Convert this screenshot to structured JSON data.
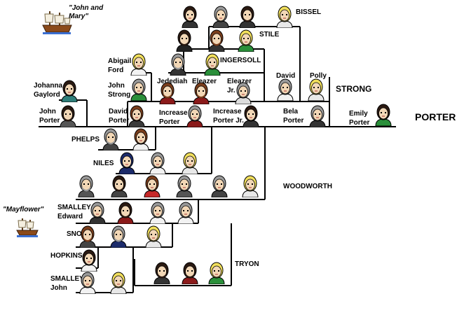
{
  "ships": {
    "john_and_mary": "\"John and\nMary\"",
    "mayflower": "\"Mayflower\""
  },
  "families": {
    "bissel": "BISSEL",
    "stile": "STILE",
    "ingersoll": "INGERSOLL",
    "strong": "STRONG",
    "porter": "PORTER",
    "phelps": "PHELPS",
    "niles": "NILES",
    "woodworth": "WOODWORTH",
    "smalley_edward": "SMALLEY\nEdward",
    "snow": "SNOW",
    "hopkins": "HOPKINS",
    "smalley_john": "SMALLEY\nJohn",
    "tryon": "TRYON"
  },
  "people": {
    "abigail_ford": "Abigail\nFord",
    "john_strong": "John\nStrong",
    "jedediah": "Jedediah",
    "eleazer": "Eleazer",
    "eleazer_jr": "Eleazer\nJr.",
    "david": "David",
    "polly": "Polly",
    "johanna_gaylord": "Johanna\nGaylord",
    "john_porter": "John\nPorter",
    "david_porter": "David\nPorter",
    "increase_porter": "Increase\nPorter",
    "increase_porter_jr": "Increase\nPorter Jr.",
    "bela_porter": "Bela\nPorter",
    "emily_porter": "Emily\nPorter"
  },
  "colors": {
    "line": "#000000",
    "skin": "#f2d7b6",
    "dark_hair": "#2b1a12",
    "grey_hair": "#9a9a9a",
    "blonde": "#f1df5c",
    "brown_hair": "#7a3e1c",
    "navy_coat": "#1c2b6b",
    "green_dress": "#2a8f3a",
    "red_coat": "#8b1a1a",
    "teal_dress": "#2f7f7a"
  }
}
